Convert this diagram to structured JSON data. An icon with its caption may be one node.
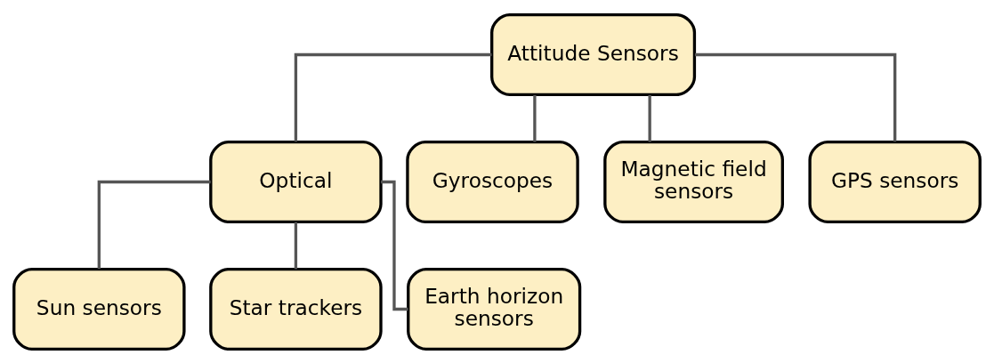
{
  "diagram": {
    "nodes": [
      {
        "text": [
          "Attitude Sensors"
        ]
      },
      {
        "text": [
          "Optical"
        ]
      },
      {
        "text": [
          "Gyroscopes"
        ]
      },
      {
        "text": [
          "Magnetic field sensors"
        ]
      },
      {
        "text": [
          "GPS sensors"
        ]
      },
      {
        "text": [
          "Sun sensors"
        ]
      },
      {
        "text": [
          "Star trackers"
        ]
      },
      {
        "text": [
          "Earth horizon sensors"
        ]
      }
    ],
    "edges": [
      {
        "from": 0,
        "to": 1,
        "arrow": "none"
      },
      {
        "from": 0,
        "to": 2,
        "arrow": "none"
      },
      {
        "from": 0,
        "to": 3,
        "arrow": "none"
      },
      {
        "from": 0,
        "to": 4,
        "arrow": "none"
      },
      {
        "from": 1,
        "to": 5,
        "arrow": "none"
      },
      {
        "from": 1,
        "to": 6,
        "arrow": "none"
      },
      {
        "from": 1,
        "to": 7,
        "arrow": "none"
      }
    ]
  }
}
